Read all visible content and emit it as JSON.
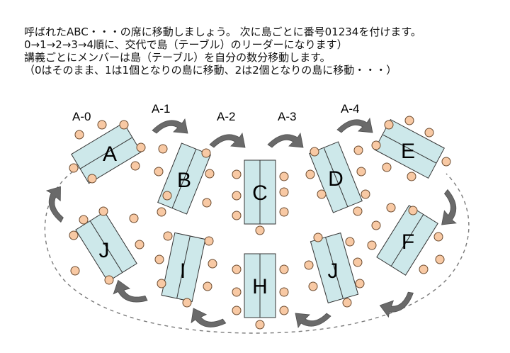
{
  "instructions": [
    "呼ばれたABC・・・の席に移動しましょう。 次に島ごとに番号01234を付けます。",
    "0→1→2→3→4順に、交代で島（テーブル）のリーダーになります）",
    "講義ごとにメンバーは島（テーブル）を自分の数分移動します。",
    "（0はそのまま、1は1個となりの島に移動、2は2個となりの島に移動・・・）"
  ],
  "tables": {
    "a": "A",
    "b": "B",
    "c": "C",
    "d": "D",
    "e": "E",
    "f": "F",
    "h": "H",
    "i": "I",
    "j_left": "J",
    "j_right": "J"
  },
  "arrow_labels": [
    "A-0",
    "A-1",
    "A-2",
    "A-3",
    "A-4"
  ],
  "colors": {
    "table_fill": "#cde8ea",
    "table_stroke": "#333333",
    "seat_fill": "#f8c9a4",
    "seat_stroke": "#6b4a2e",
    "arrow_fill": "#6a6a6a",
    "ring_stroke": "#7a7a7a"
  }
}
